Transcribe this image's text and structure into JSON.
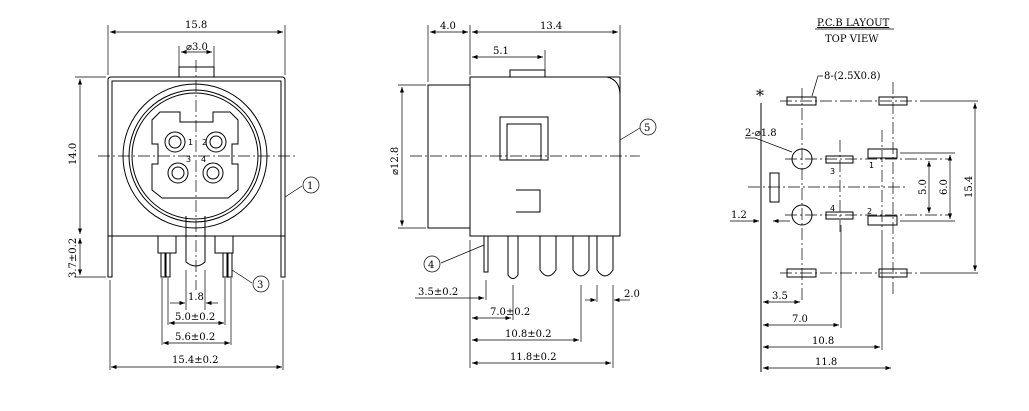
{
  "front_view": {
    "width_top": "15.8",
    "key_width": "⌀3.0",
    "height": "14.0",
    "leg_height": "3.7±0.2",
    "pin_gap": "1.8",
    "pin_span_inner": "5.0±0.2",
    "pin_span_outer": "5.6±0.2",
    "leg_span": "15.4±0.2",
    "callout_1": "1",
    "callout_3": "3",
    "pins": [
      "1",
      "2",
      "3",
      "4"
    ]
  },
  "side_view": {
    "front_depth": "4.0",
    "body_depth": "13.4",
    "key_offset": "5.1",
    "diameter": "⌀12.8",
    "callout_4": "4",
    "callout_5": "5",
    "dim_3_5": "3.5±0.2",
    "dim_7_0": "7.0±0.2",
    "dim_2_0": "2.0",
    "dim_10_8": "10.8±0.2",
    "dim_11_8": "11.8±0.2"
  },
  "pcb_layout": {
    "title": "P.C.B LAYOUT",
    "subtitle": "TOP VIEW",
    "star": "*",
    "pad_note": "8-(2.5X0.8)",
    "hole_note": "2-⌀1.8",
    "dim_1_2": "1.2",
    "dim_3_5": "3.5",
    "dim_7_0": "7.0",
    "dim_10_8": "10.8",
    "dim_11_8": "11.8",
    "dim_5_0": "5.0",
    "dim_6_0": "6.0",
    "dim_15_4": "15.4",
    "pin_labels": [
      "1",
      "2",
      "3",
      "4"
    ]
  }
}
